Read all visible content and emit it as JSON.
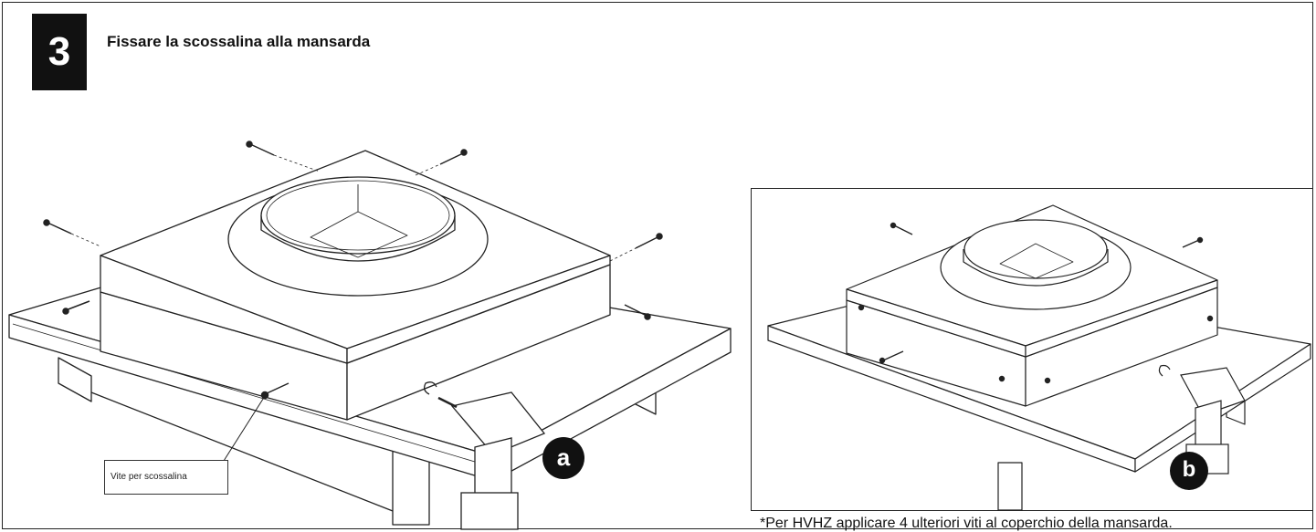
{
  "step": {
    "number": "3",
    "title": "Fissare la scossalina alla mansarda"
  },
  "figure_main": {
    "callout_label": "Vite per scossalina",
    "marker": "a"
  },
  "figure_inset": {
    "marker": "b"
  },
  "footnote": "*Per HVHZ applicare 4 ulteriori viti al coperchio della mansarda."
}
